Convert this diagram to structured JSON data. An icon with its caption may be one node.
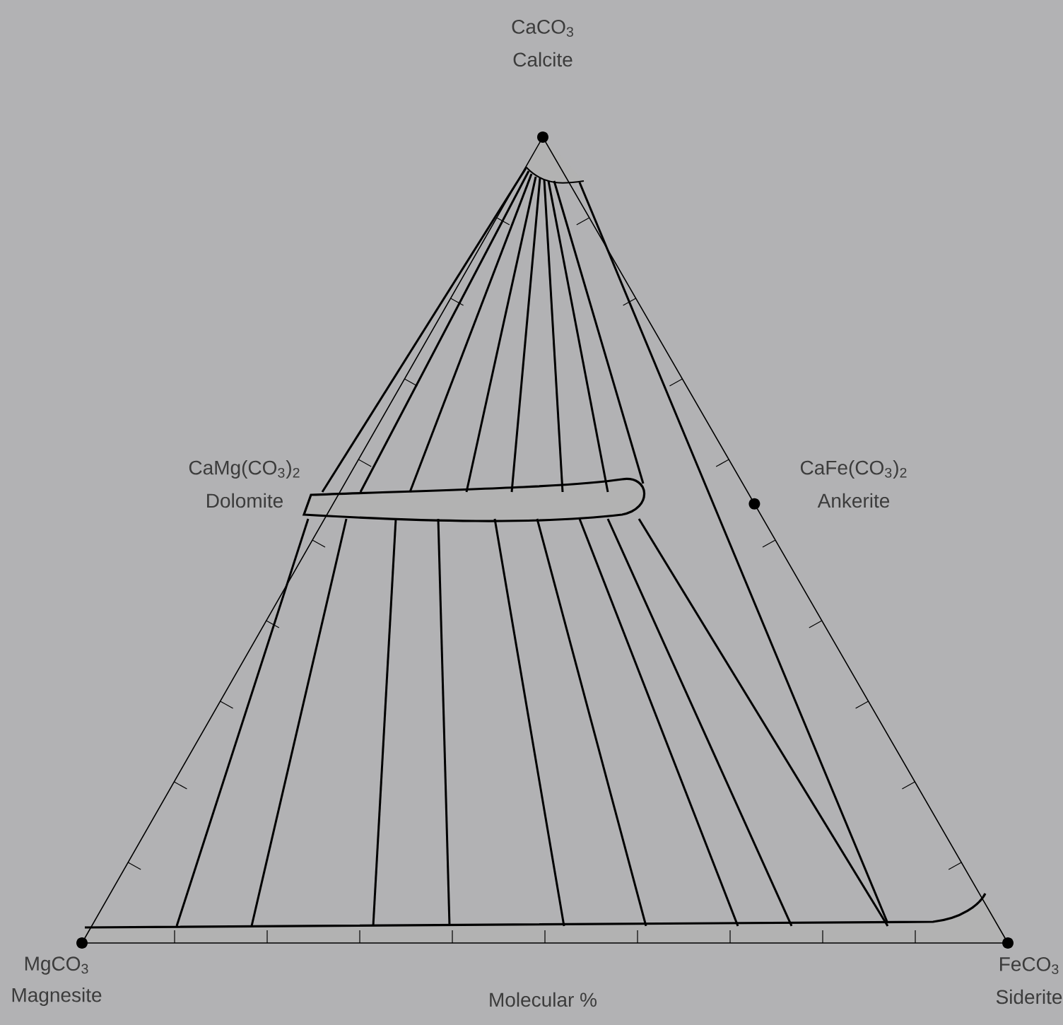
{
  "diagram": {
    "labels": [
      "CaCO$_{3}$",
      "Calcite",
      "CaMg(CO$_{3}$)$_{2}$",
      "Dolomite",
      "CaFe(CO$_{3}$)$_{2}$",
      "Ankerite",
      "MgCO$_{3}$",
      "Magnesite",
      "FeCO$_{3}$",
      "Siderite",
      "Molecular %"
    ]
  }
}
